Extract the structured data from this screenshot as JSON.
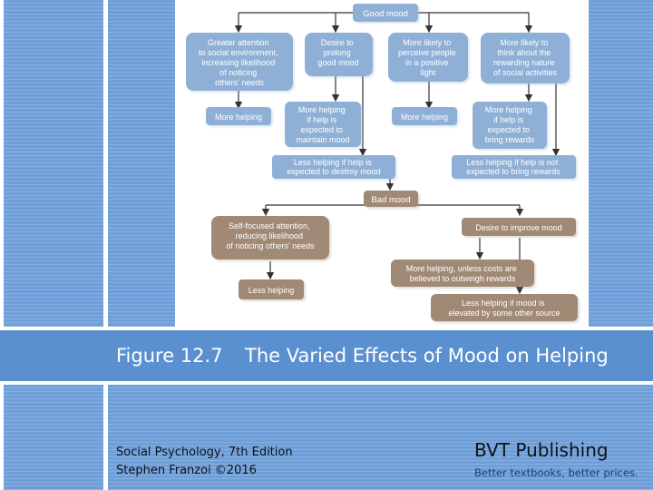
{
  "diagram": {
    "good_mood": "Good mood",
    "bad_mood": "Bad mood",
    "social_attention": [
      "Greater attention",
      "to social environment,",
      "increasing likelihood",
      "of noticing",
      "others’ needs"
    ],
    "prolong": [
      "Desire to",
      "prolong",
      "good mood"
    ],
    "perceive": [
      "More likely to",
      "perceive people",
      "in a positive",
      "light"
    ],
    "think": [
      "More likely to",
      "think about the",
      "rewarding nature",
      "of social activities"
    ],
    "more_helping_1": "More helping",
    "more_helping_maintain": [
      "More helping",
      "if help is",
      "expected to",
      "maintain mood"
    ],
    "more_helping_2": "More helping",
    "more_helping_rewards": [
      "More helping",
      "if help is",
      "expected to",
      "bring rewards"
    ],
    "less_helping_destroy": [
      "Less helping if help is",
      "expected to destroy mood"
    ],
    "less_helping_not_rewards": [
      "Less helping if help is not",
      "expected to bring rewards"
    ],
    "self_focused": [
      "Self-focused attention,",
      "reducing likelihood",
      "of noticing others’ needs"
    ],
    "improve_mood": "Desire to improve mood",
    "less_helping": "Less helping",
    "more_helping_costs": [
      "More helping, unless costs are",
      "believed to outweigh rewards"
    ],
    "less_helping_elevated": [
      "Less helping if mood is",
      "elevated by some other source"
    ]
  },
  "caption": {
    "figure_number": "Figure 12.7",
    "title": "The Varied Effects of Mood on Helping"
  },
  "footer": {
    "book": "Social Psychology, 7th Edition",
    "author": "Stephen Franzoi ©2016",
    "publisher": "BVT Publishing",
    "tagline": "Better textbooks, better prices."
  },
  "colors": {
    "good_box": "#8fb0d6",
    "bad_box": "#a08a76",
    "arrow": "#333333",
    "caption_band": "#5a8fd0"
  }
}
